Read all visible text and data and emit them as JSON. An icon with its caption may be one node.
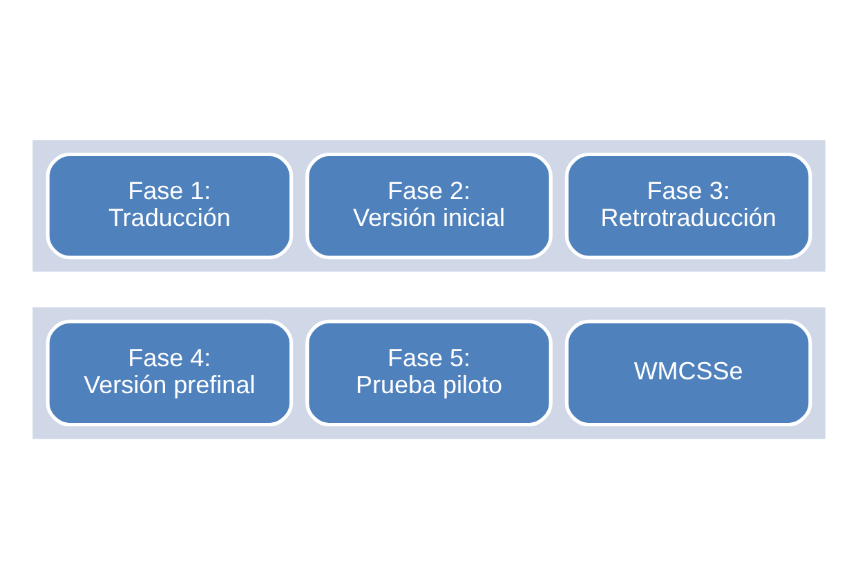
{
  "diagram": {
    "nodes": [
      {
        "text": [],
        "shape": "arrow"
      },
      {
        "text": [
          "Fase 1: Traducción"
        ],
        "in": 0
      },
      {
        "text": [
          "Fase 2: Versión inicial"
        ],
        "in": 0
      },
      {
        "text": [
          "Fase 3: Retrotraducción"
        ],
        "in": 0
      },
      {
        "text": [],
        "shape": "arrow"
      },
      {
        "text": [
          "Fase 4: Versión prefinal"
        ],
        "in": 4
      },
      {
        "text": [
          "Fase 5: Prueba piloto"
        ],
        "in": 4
      },
      {
        "text": [
          "WMCSSe"
        ],
        "in": 4
      }
    ]
  }
}
